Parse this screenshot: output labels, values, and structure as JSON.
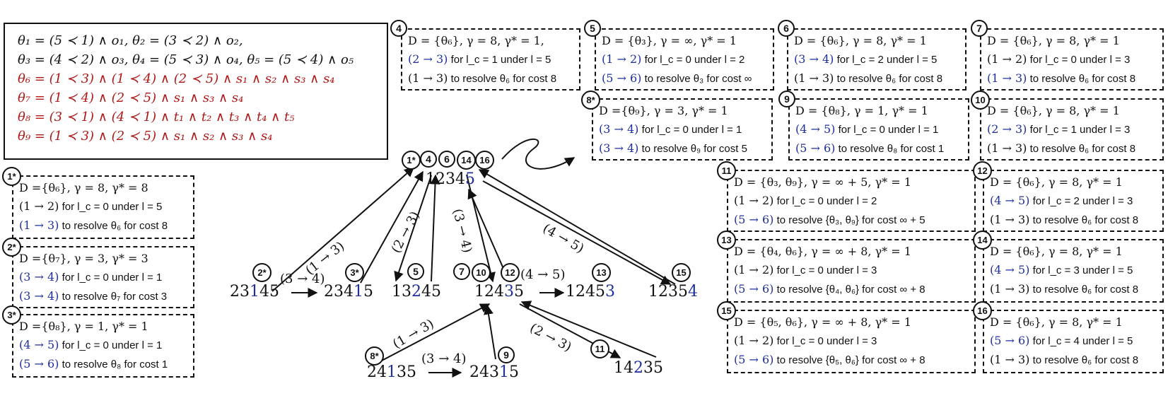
{
  "legend": {
    "lines": [
      "θ₁ = (5 ≺ 1) ∧ o₁,  θ₂ = (3 ≺ 2) ∧ o₂,",
      "θ₃ = (4 ≺ 2) ∧ o₃,  θ₄ = (5 ≺ 3) ∧ o₄,  θ₅ = (5 ≺ 4) ∧ o₅",
      "θ₆ = (1 ≺ 3) ∧ (1 ≺ 4) ∧ (2 ≺ 5) ∧ s₁ ∧ s₂ ∧ s₃ ∧ s₄",
      "θ₇ = (1 ≺ 4) ∧ (2 ≺ 5) ∧ s₁ ∧ s₃ ∧ s₄",
      "θ₈ = (3 ≺ 1) ∧ (4 ≺ 1) ∧ t₁ ∧ t₂ ∧ t₃ ∧ t₄ ∧ t₅",
      "θ₉ = (1 ≺ 3) ∧ (2 ≺ 5) ∧ s₁ ∧ s₂ ∧ s₃ ∧ s₄"
    ]
  },
  "states": [
    {
      "id": "1*",
      "l1": "D ={θ₆}, γ = 8, γ* = 8",
      "l2a": "(1 → 2)",
      "l2b": " for  l_c = 0 under l = 5",
      "l3a": "(1 → 3)",
      "l3b": " to resolve θ₆ for cost 8"
    },
    {
      "id": "2*",
      "l1": "D ={θ₇}, γ = 3, γ* = 3",
      "l2a": "(3 → 4)",
      "l2b": " for  l_c = 0 under l = 1",
      "l3a": "(3 → 4)",
      "l3b": " to resolve θ₇ for cost 3"
    },
    {
      "id": "3*",
      "l1": "D ={θ₈}, γ = 1, γ* = 1",
      "l2a": "(4 → 5)",
      "l2b": " for  l_c = 0 under l = 1",
      "l3a": "(5 → 6)",
      "l3b": " to resolve θ₈  for cost 1"
    },
    {
      "id": "4",
      "l1": "D = {θ₆}, γ = 8, γ* = 1,",
      "l2a": "(2 → 3)",
      "l2b": " for  l_c = 1 under l = 5",
      "l3a": "(1 → 3)",
      "l3b": " to resolve θ₆ for cost 8"
    },
    {
      "id": "5",
      "l1": "D = {θ₃}, γ = ∞, γ* = 1",
      "l2a": "(1 → 2)",
      "l2b": " for  l_c = 0 under l = 2",
      "l3a": "(5 → 6)",
      "l3b": " to resolve θ₃ for cost ∞"
    },
    {
      "id": "6",
      "l1": "D = {θ₆}, γ = 8, γ* = 1",
      "l2a": "(3 → 4)",
      "l2b": " for  l_c = 2 under l = 5",
      "l3a": "(1 → 3)",
      "l3b": " to resolve θ₆ for cost 8"
    },
    {
      "id": "7",
      "l1": "D = {θ₆}, γ = 8, γ* = 1",
      "l2a": "(1 → 2)",
      "l2b": " for  l_c = 0 under l = 3",
      "l3a": "(1 → 3)",
      "l3b": " to resolve θ₆ for cost 8"
    },
    {
      "id": "8*",
      "l1": "D ={θ₉}, γ = 3, γ* = 1",
      "l2a": "(3 → 4)",
      "l2b": " for  l_c = 0 under l = 1",
      "l3a": "(3 → 4)",
      "l3b": " to resolve θ₉ for cost 5"
    },
    {
      "id": "9",
      "l1": "D = {θ₈}, γ = 1, γ* = 1",
      "l2a": "(4 → 5)",
      "l2b": " for  l_c = 0 under l = 1",
      "l3a": "(5 → 6)",
      "l3b": " to resolve θ₈  for cost 1"
    },
    {
      "id": "10",
      "l1": "D = {θ₆}, γ = 8, γ* = 1",
      "l2a": "(2 → 3)",
      "l2b": " for  l_c = 1 under l = 3",
      "l3a": "(1 → 3)",
      "l3b": " to resolve θ₆ for cost 8"
    },
    {
      "id": "11",
      "l1": "D = {θ₃, θ₉}, γ = ∞ + 5, γ* = 1",
      "l2a": "(1 → 2)",
      "l2b": " for  l_c = 0 under l = 2",
      "l3a": "(5 → 6)",
      "l3b": " to resolve {θ₃, θ₉} for cost ∞ + 5"
    },
    {
      "id": "12",
      "l1": "D = {θ₆}, γ = 8, γ* = 1",
      "l2a": "(4 → 5)",
      "l2b": " for  l_c = 2 under l = 3",
      "l3a": "(1 → 3)",
      "l3b": " to resolve θ₆ for cost 8"
    },
    {
      "id": "13",
      "l1": "D = {θ₄, θ₆}, γ = ∞ + 8, γ* = 1",
      "l2a": "(1 → 2)",
      "l2b": " for  l_c = 0 under l = 3",
      "l3a": "(5 → 6)",
      "l3b": " to resolve {θ₄, θ₆} for cost ∞ + 8"
    },
    {
      "id": "14",
      "l1": "D = {θ₆}, γ = 8, γ* = 1",
      "l2a": "(4 → 5)",
      "l2b": " for  l_c = 3 under l = 5",
      "l3a": "(1 → 3)",
      "l3b": " to resolve θ₆ for cost 8"
    },
    {
      "id": "15",
      "l1": "D = {θ₅, θ₆}, γ = ∞ + 8, γ* = 1",
      "l2a": "(1 → 2)",
      "l2b": " for  l_c = 0 under l = 3",
      "l3a": "(5 → 6)",
      "l3b": " to resolve {θ₅, θ₆} for cost ∞ + 8"
    },
    {
      "id": "16",
      "l1": "D = {θ₆}, γ = 8, γ* = 1",
      "l2a": "(5 → 6)",
      "l2b": " for  l_c = 4 under l = 5",
      "l3a": "(1 → 3)",
      "l3b": " to resolve θ₆ for cost 8"
    }
  ],
  "tree": {
    "root": {
      "label_black": "1234",
      "label_blue": "5",
      "badges": [
        "1*",
        "4",
        "6",
        "14",
        "16"
      ]
    },
    "nodes": [
      {
        "id": "n23145",
        "black1": "23",
        "blue": "1",
        "black2": "45",
        "badge": "2*"
      },
      {
        "id": "n23415",
        "black1": "234",
        "blue": "1",
        "black2": "5",
        "badge": "3*"
      },
      {
        "id": "n13245",
        "black1": "13",
        "blue": "2",
        "black2": "45",
        "badge": "5"
      },
      {
        "id": "n12435",
        "black1": "124",
        "blue": "3",
        "black2": "5",
        "badges": [
          "7",
          "10",
          "12"
        ]
      },
      {
        "id": "n12453",
        "black1": "1245",
        "blue": "3",
        "black2": "",
        "badge": "13"
      },
      {
        "id": "n12354",
        "black1": "1235",
        "blue": "4",
        "black2": "",
        "badge": "15"
      },
      {
        "id": "n24135",
        "black1": "24",
        "blue": "1",
        "black2": "35",
        "badge": "8*"
      },
      {
        "id": "n24315",
        "black1": "243",
        "blue": "1",
        "black2": "5",
        "badge": "9"
      },
      {
        "id": "n14235",
        "black1": "14",
        "blue": "2",
        "black2": "35",
        "badge": "11"
      }
    ],
    "edge_labels": {
      "e1": "(1 → 3)",
      "e2": "(2 → 3)",
      "e3": "(3 → 4)",
      "e4": "(4 → 5)",
      "e5": "(3 → 4)",
      "e6": "(4 → 5)",
      "e7": "(1 → 3)",
      "e8": "(3 → 4)",
      "e9": "(2 → 3)"
    }
  },
  "colors": {
    "red": "#b01818",
    "blue": "#1f2f9c",
    "ink": "#111111"
  }
}
